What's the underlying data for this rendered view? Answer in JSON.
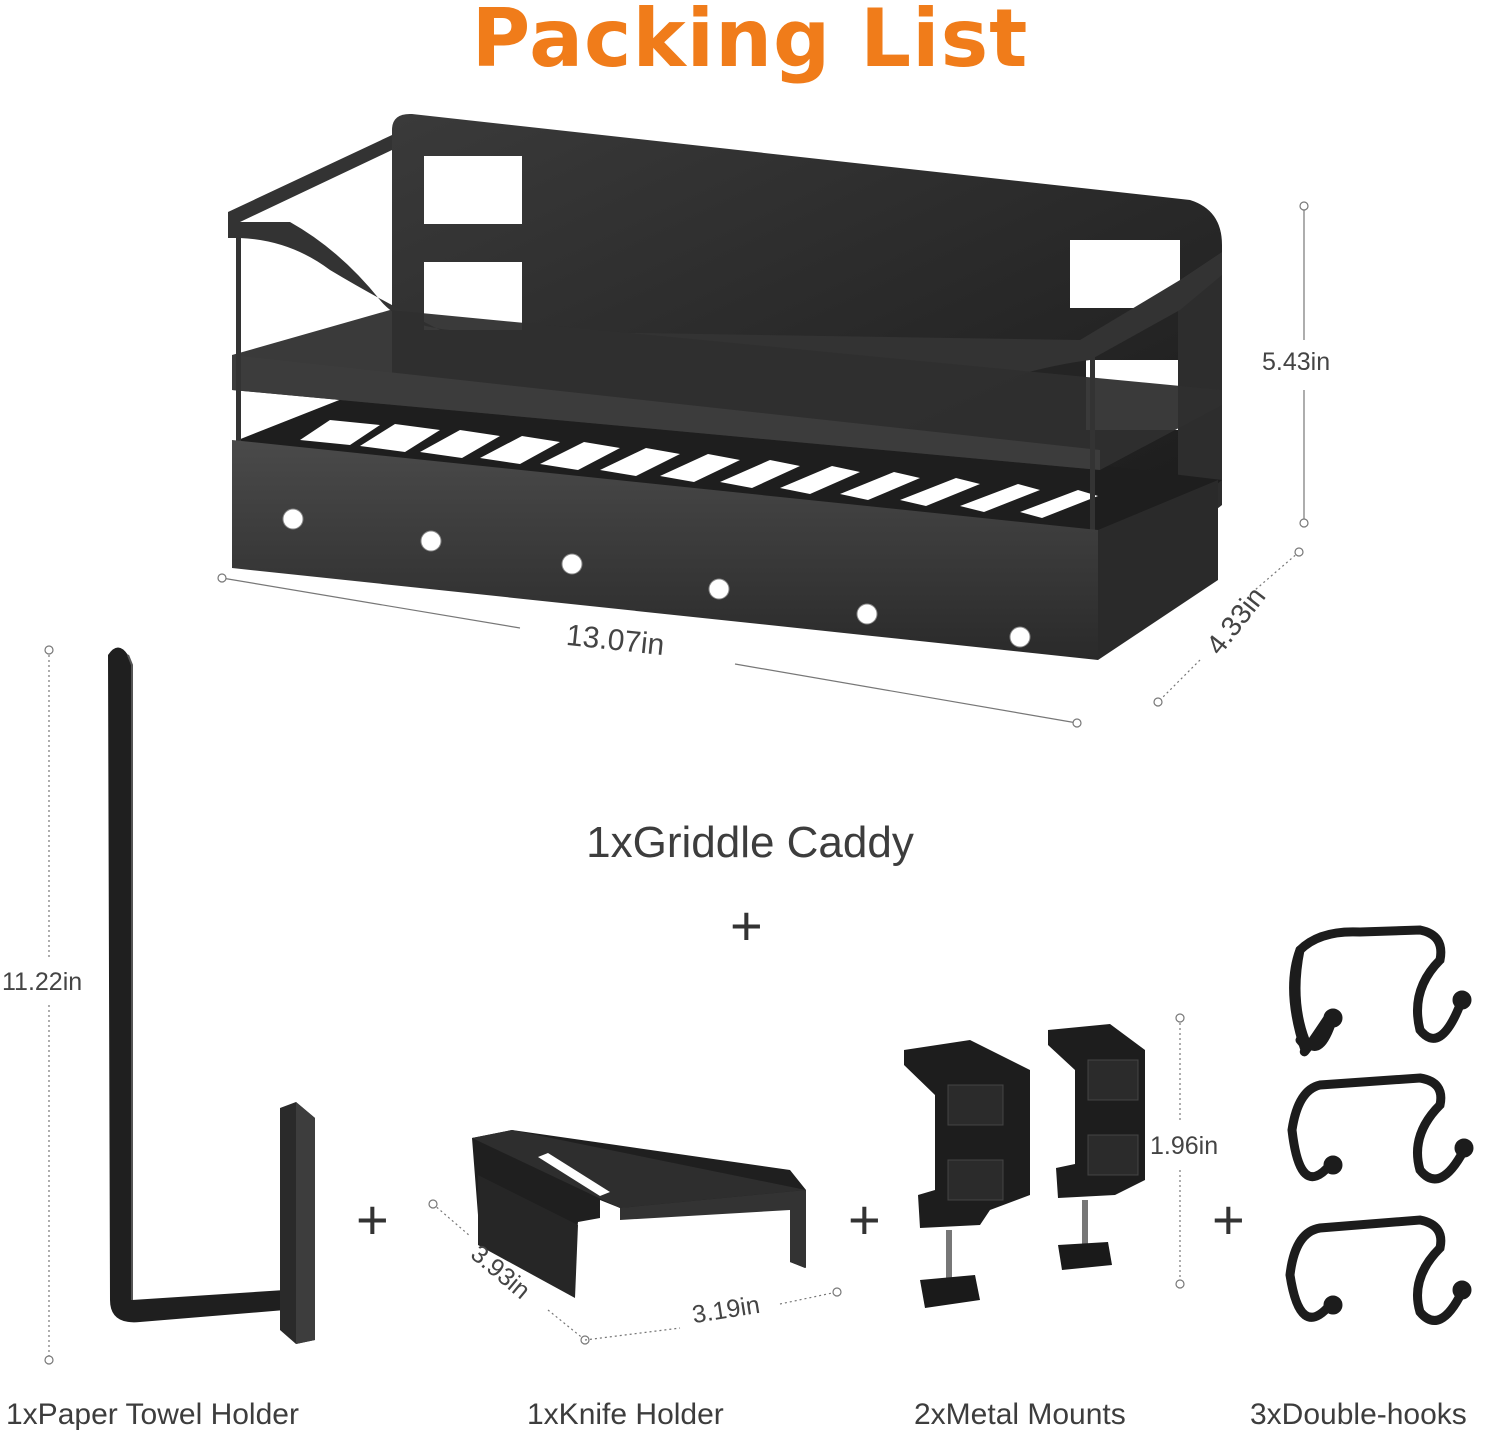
{
  "title": "Packing List",
  "main_item": {
    "label": "1xGriddle Caddy"
  },
  "dimensions": {
    "caddy_height": "5.43in",
    "caddy_width": "13.07in",
    "caddy_depth": "4.33in",
    "towel_height": "11.22in",
    "knife_depth": "3.93in",
    "knife_width": "3.19in",
    "mount_height": "1.96in"
  },
  "accessories": [
    {
      "label": "1xPaper Towel Holder"
    },
    {
      "label": "1xKnife Holder"
    },
    {
      "label": "2xMetal Mounts"
    },
    {
      "label": "3xDouble-hooks"
    }
  ],
  "plus_sign": "+",
  "colors": {
    "title": "#f07c1a",
    "product": "#2b2b2b"
  }
}
